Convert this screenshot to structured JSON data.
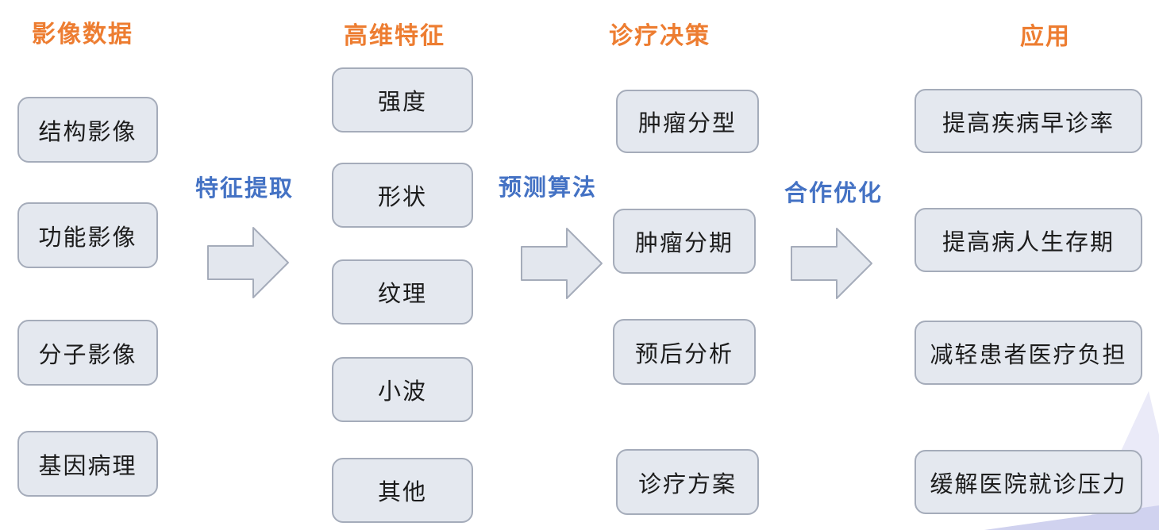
{
  "diagram": {
    "title_note": "radiomics-medical-imaging-pipeline",
    "columns": [
      {
        "header": "影像数据",
        "items": [
          "结构影像",
          "功能影像",
          "分子影像",
          "基因病理"
        ]
      },
      {
        "header": "高维特征",
        "items": [
          "强度",
          "形状",
          "纹理",
          "小波",
          "其他"
        ]
      },
      {
        "header": "诊疗决策",
        "items": [
          "肿瘤分型",
          "肿瘤分期",
          "预后分析",
          "诊疗方案"
        ]
      },
      {
        "header": "应用",
        "items": [
          "提高疾病早诊率",
          "提高病人生存期",
          "减轻患者医疗负担",
          "缓解医院就诊压力"
        ]
      }
    ],
    "arrows": [
      {
        "label": "特征提取"
      },
      {
        "label": "预测算法"
      },
      {
        "label": "合作优化"
      }
    ],
    "colors": {
      "header_orange": "#ED7D31",
      "arrow_label_blue": "#4472C4",
      "node_fill": "#E4E8EF",
      "node_border": "#A5ACBA",
      "node_text": "#1C1C1C",
      "arrow_fill": "#E3E7EE",
      "arrow_border": "#A5ACBA",
      "corner_light": "#EAEAF8",
      "corner_dark": "#D0D2EF",
      "background": "#FFFFFF"
    }
  }
}
